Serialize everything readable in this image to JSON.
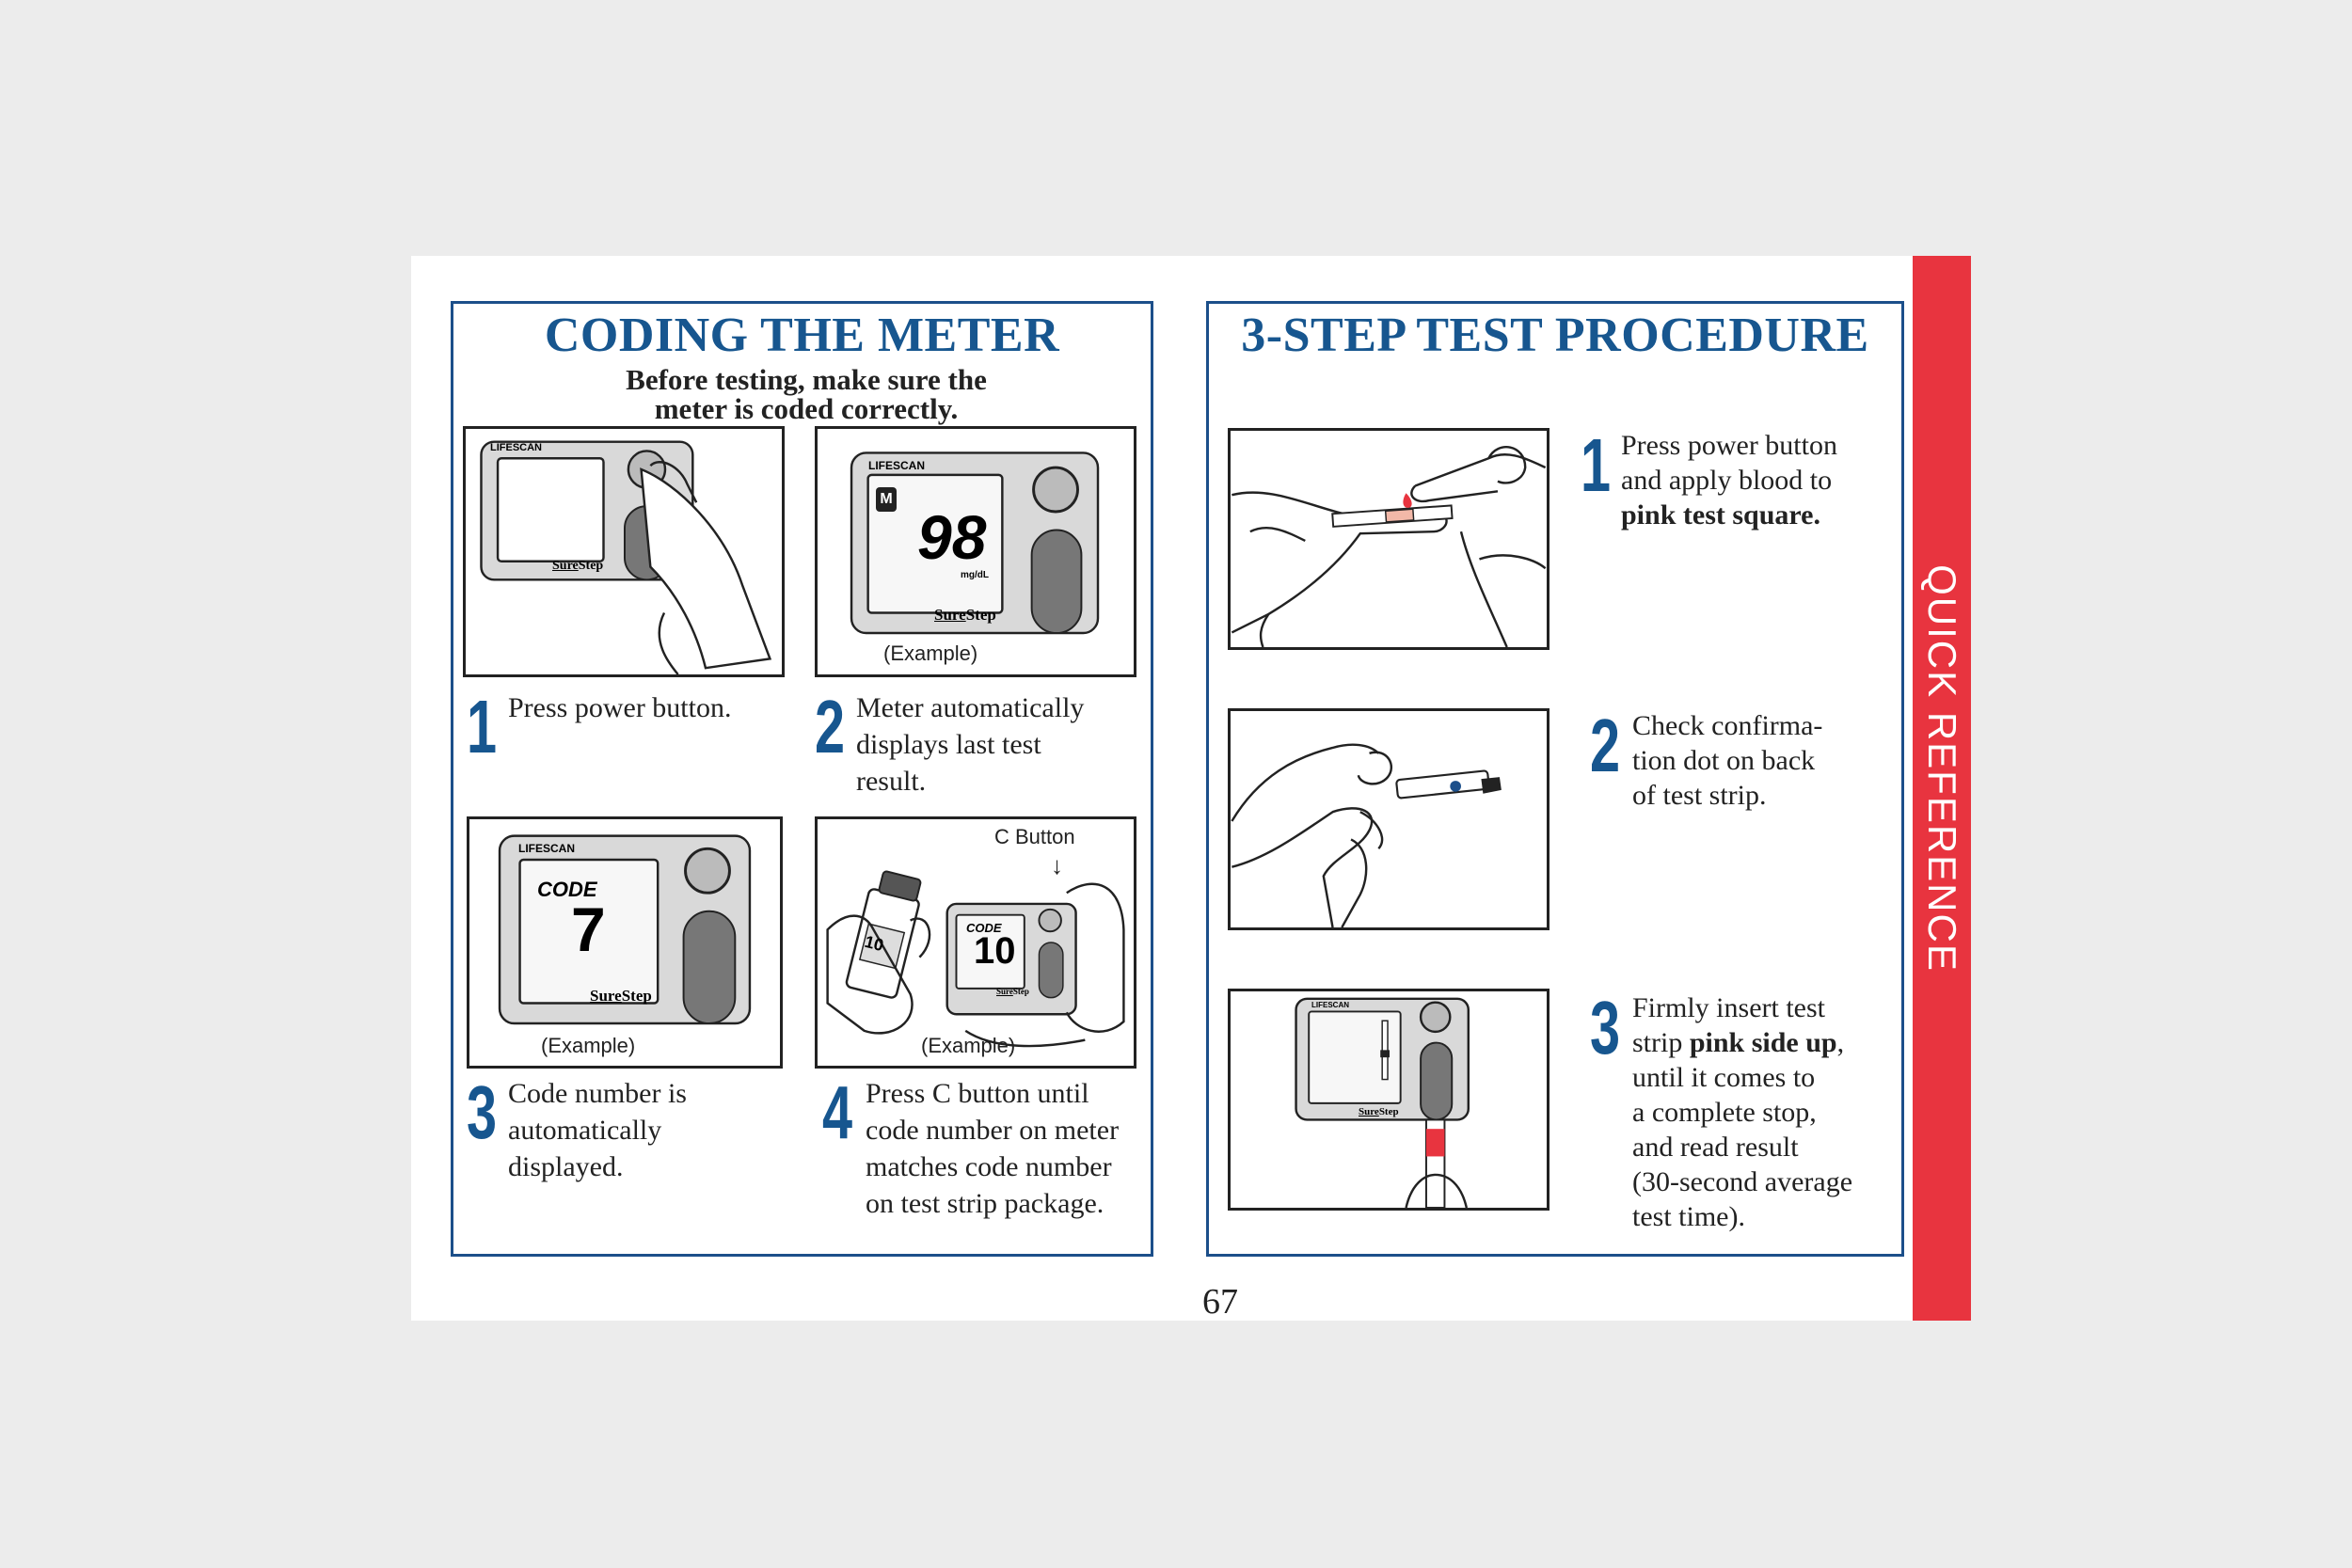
{
  "left_panel": {
    "title": "CODING THE METER",
    "subtitle_line1": "Before testing, make sure the",
    "subtitle_line2": "meter is coded correctly.",
    "steps": [
      {
        "number": "1",
        "text_lines": [
          "Press power button."
        ]
      },
      {
        "number": "2",
        "text_lines": [
          "Meter automatically",
          "displays last test",
          "result."
        ]
      },
      {
        "number": "3",
        "text_lines": [
          "Code number is",
          "automatically",
          "displayed."
        ]
      },
      {
        "number": "4",
        "text_lines": [
          "Press C button until",
          "code number on meter",
          "matches code number",
          "on test strip package."
        ]
      }
    ],
    "example_label": "(Example)",
    "c_button_label": "C Button",
    "c_button_arrow": "↓",
    "meter": {
      "brand": "LIFESCAN",
      "model_prefix": "Sure",
      "model_suffix": "Step",
      "display_reading": "98",
      "display_unit": "mg/dL",
      "memory_badge": "M",
      "code_label": "CODE",
      "code_value_3": "7",
      "code_value_4": "10",
      "vial_code": "10"
    }
  },
  "right_panel": {
    "title": "3-STEP TEST PROCEDURE",
    "steps": [
      {
        "number": "1",
        "plain": "Press power button\nand apply blood to\n",
        "bold": "pink test square."
      },
      {
        "number": "2",
        "plain": "Check confirma-\ntion dot on back\nof test strip.",
        "bold": ""
      },
      {
        "number": "3",
        "line2_plain": "strip ",
        "line2_bold": "pink side up",
        "line2_end": ",",
        "line1": "Firmly insert test",
        "rest": [
          "until it comes to",
          "a complete stop,",
          "and read result",
          "(30-second average",
          "test time)."
        ]
      }
    ]
  },
  "page_number": "67",
  "side_tab": {
    "label": "QUICK REFERENCE",
    "color": "#e8343f"
  },
  "accent_color": "#17568f"
}
